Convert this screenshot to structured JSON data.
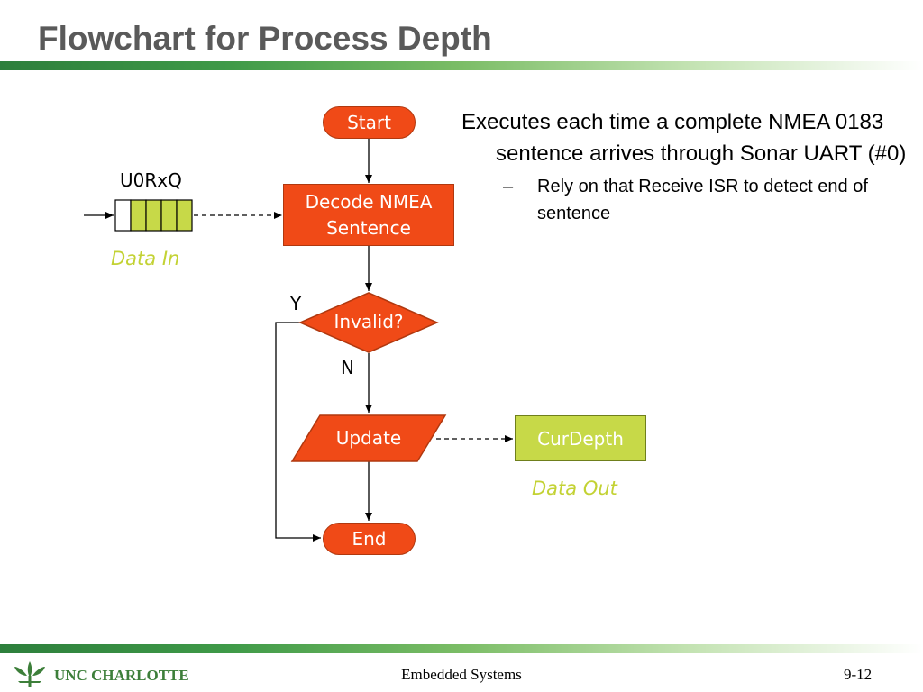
{
  "title": "Flowchart for Process Depth",
  "flowchart": {
    "start": "Start",
    "decode": [
      "Decode NMEA",
      "Sentence"
    ],
    "decision": "Invalid?",
    "yes_label": "Y",
    "no_label": "N",
    "update": "Update",
    "end": "End",
    "queue_name": "U0RxQ",
    "data_in": "Data In",
    "output_var": "CurDepth",
    "data_out": "Data Out"
  },
  "bullets": {
    "main": "Executes each time a complete NMEA 0183 sentence arrives through Sonar UART (#0)",
    "sub_dash": "–",
    "sub": "Rely on that Receive ISR to detect end of sentence"
  },
  "footer": {
    "logo": "UNC CHARLOTTE",
    "center": "Embedded Systems",
    "page": "9-12"
  },
  "colors": {
    "flow_box": "#f04a17",
    "data_box": "#c7d948",
    "caption": "#c3d234",
    "title": "#5a5a5a",
    "bar_green": "#2d7f3c"
  }
}
